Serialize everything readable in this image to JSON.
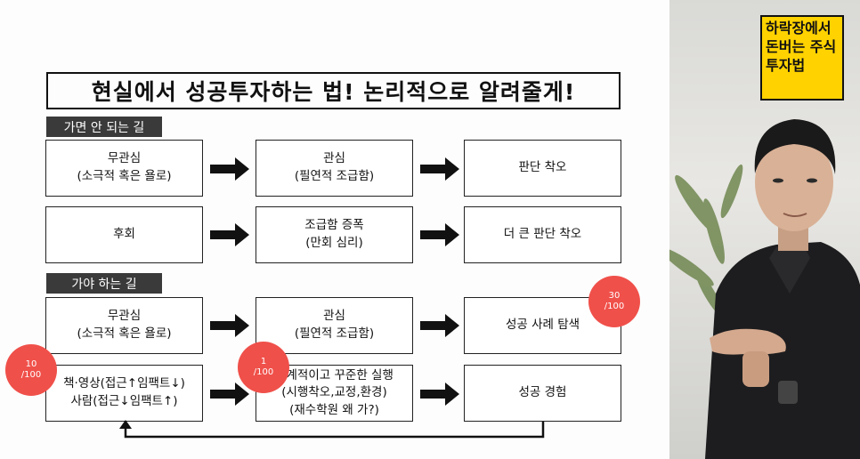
{
  "slide": {
    "title": "현실에서 성공투자하는 법! 논리적으로 알려줄게!",
    "section1": {
      "label": "가면 안 되는 길",
      "row1": [
        {
          "line1": "무관심",
          "line2": "(소극적 혹은 욜로)"
        },
        {
          "line1": "관심",
          "line2": "(필연적 조급함)"
        },
        {
          "line1": "판단 착오",
          "line2": ""
        }
      ],
      "row2": [
        {
          "line1": "후회",
          "line2": ""
        },
        {
          "line1": "조급함 증폭",
          "line2": "(만회 심리)"
        },
        {
          "line1": "더 큰 판단 착오",
          "line2": ""
        }
      ]
    },
    "section2": {
      "label": "가야 하는 길",
      "row1": [
        {
          "line1": "무관심",
          "line2": "(소극적 혹은 욜로)"
        },
        {
          "line1": "관심",
          "line2": "(필연적 조급함)"
        },
        {
          "line1": "성공 사례 탐색",
          "line2": ""
        }
      ],
      "row2": [
        {
          "line1": "책·영상(접근↑임팩트↓)",
          "line2": "사람(접근↓임팩트↑)",
          "line3": ""
        },
        {
          "line1": "체계적이고 꾸준한 실행",
          "line2": "(시행착오,교정,환경)",
          "line3": "(재수학원 왜 가?)"
        },
        {
          "line1": "성공 경험",
          "line2": "",
          "line3": ""
        }
      ]
    },
    "badges": {
      "badge1": {
        "top": "10",
        "bottom": "/100"
      },
      "badge2": {
        "top": "1",
        "bottom": "/100"
      },
      "badge3": {
        "top": "30",
        "bottom": "/100"
      }
    }
  },
  "logo": {
    "line1": "하락장에서",
    "line2": "돈버는 주식",
    "line3": "투자법"
  },
  "colors": {
    "badge": "#f0504a",
    "section_label_bg": "#3a3a3a",
    "logo_bg": "#ffd200"
  }
}
